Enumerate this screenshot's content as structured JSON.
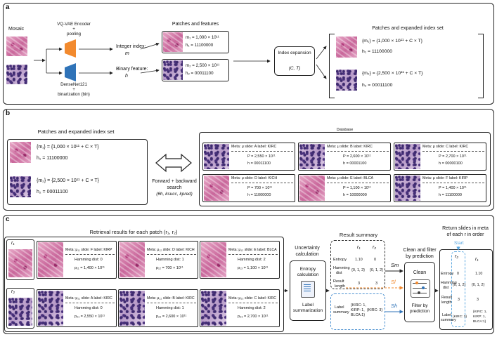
{
  "panels": {
    "a": "a",
    "b": "b",
    "c": "c"
  },
  "a": {
    "mosaic": "Mosaic",
    "encoder": "VQ-VAE Encoder",
    "encoder_plus": "+",
    "pooling": "pooling",
    "densenet": "DenseNet121",
    "densenet_plus": "+",
    "binarization": "binarization (bin)",
    "integer_index": "Integer index:",
    "integer_var": "m",
    "binary_feature": "Binary feature:",
    "binary_var": "h",
    "patches_features": "Patches and features",
    "m1": "m₁ = 1,000 × 10¹¹",
    "h1": "h₁ = 11100000",
    "m2": "m₂ = 2,500 × 10¹¹",
    "h2": "h₂ = 00011100",
    "index_expansion": "Index expansion",
    "index_params": "(C, T)",
    "expanded_title": "Patches and expanded index set",
    "em1": "{m₁} = {1,000 × 10¹¹ + C × T}",
    "eh1": "h₁ = 11100000",
    "em2": "{m₂} = {2,500 × 10¹¹ + C × T}",
    "eh2": "h₂ = 00011100"
  },
  "b": {
    "title": "Patches and expanded index set",
    "em1": "{m₁} = {1,000 × 10¹¹ + C × T}",
    "eh1": "h₁ = 11100000",
    "em2": "{m₂} = {2,500 × 10¹¹ + C × T}",
    "eh2": "h₂ = 00011100",
    "search": "Forward + backward",
    "search2": "search",
    "search_params": "(θh, ksucc, kpred)",
    "database": "Database",
    "db": [
      {
        "meta": "Meta: μ slide: A label: KIRC",
        "p": "P = 2,550 × 10¹¹",
        "h": "h = 00011100"
      },
      {
        "meta": "Meta: μ slide: B label: KIRC",
        "p": "P = 2,600 × 10¹¹",
        "h": "h = 00001100"
      },
      {
        "meta": "Meta: μ slide: C label: KIRC",
        "p": "P = 2,700 × 10¹¹",
        "h": "h = 00000100"
      },
      {
        "meta": "Meta: μ slide: D label: KICH",
        "p": "P = 700 × 10¹¹",
        "h": "h = 11000000"
      },
      {
        "meta": "Meta: μ slide: E label: BLCA",
        "p": "P = 1,100 × 10¹¹",
        "h": "h = 10000000"
      },
      {
        "meta": "Meta: μ slide: F label: KIRP",
        "p": "P = 1,400 × 10¹¹",
        "h": "h = 11100000"
      }
    ]
  },
  "c": {
    "retrieval_title": "Retrieval results for each patch (r₁, r₂)",
    "r1": "r₁",
    "r2": "r₂",
    "results": [
      {
        "meta": "Meta: μ₁₁ slide: F label: KIRP",
        "ham": "Hamming dist: 0",
        "p": "p₁₁ = 1,400 × 10¹¹"
      },
      {
        "meta": "Meta: μ₁₂ slide: D label: KICH",
        "ham": "Hamming dist: 1",
        "p": "p₁₂ = 700 × 10¹¹"
      },
      {
        "meta": "Meta: μ₁₃ slide: E label: BLCA",
        "ham": "Hamming dist: 2",
        "p": "p₁₃ = 1,100 × 10¹¹"
      },
      {
        "meta": "Meta: μ₂₁ slide: A label: KIRC",
        "ham": "Hamming dist: 0",
        "p": "p₂₁ = 2,550 × 10¹¹"
      },
      {
        "meta": "Meta: μ₂₂ slide: B label: KIRC",
        "ham": "Hamming dist: 1",
        "p": "p₂₂ = 2,600 × 10¹¹"
      },
      {
        "meta": "Meta: μ₂₃ slide: C label: KIRC",
        "ham": "Hamming dist: 2",
        "p": "p₂₃ = 2,700 × 10¹¹"
      }
    ],
    "uncertainty": "Uncertainty",
    "calculation": "calculation",
    "entropy_calc": "Entropy",
    "entropy_calc2": "calculation",
    "label_sum": "Label",
    "label_sum2": "summarization",
    "result_summary": "Result summary",
    "rs_r1": "r₁",
    "rs_r2": "r₂",
    "rs_entropy": "Entropy",
    "rs_entropy_r1": "1.10",
    "rs_entropy_r2": "0",
    "rs_ham": "Hamming",
    "rs_ham2": "dist",
    "rs_ham_r1": "{0, 1, 2}",
    "rs_ham_r2": "{0, 1, 2}",
    "rs_len": "Result",
    "rs_len2": "length",
    "rs_len_r1": "3",
    "rs_len_r2": "3",
    "rs_label": "Label",
    "rs_label2": "summary",
    "rs_label_r1": "{KIRC: 1,",
    "rs_label_r1b": "KIRP: 1,",
    "rs_label_r1c": "BLCA:1}",
    "rs_label_r2": "{KIRC: 3}",
    "sm": "Sm",
    "sl": "Sl",
    "sh": "Sh",
    "clean_filter": "Clean and filter",
    "clean_filter2": "by prediction",
    "clean": "Clean",
    "filter": "Filter by",
    "filter2": "prediction",
    "return_title": "Return slides in meta",
    "return_title2": "of each r in order",
    "start": "Start",
    "ret_r2": "r₂",
    "ret_r1": "r₁",
    "ret_entropy": "Entropy",
    "ret_entropy_r2": "0",
    "ret_entropy_r1": "1.10",
    "ret_ham": "Hamming",
    "ret_ham2": "dist",
    "ret_ham_r2": "{0, 1, 2}",
    "ret_ham_r1": "{0, 1, 2}",
    "ret_len": "Result",
    "ret_len2": "length",
    "ret_len_r2": "3",
    "ret_len_r1": "3",
    "ret_label": "Label",
    "ret_label2": "summary",
    "ret_label_r2": "{KIRC: 3}",
    "ret_label_r1": "{KIRC: 1,",
    "ret_label_r1b": "KIRP: 1,",
    "ret_label_r1c": "BLCA:1}"
  },
  "colors": {
    "orange": "#f28a2e",
    "blue": "#2f73b8",
    "start_blue": "#5aa7e0",
    "dash_blue": "#4a90d0"
  }
}
